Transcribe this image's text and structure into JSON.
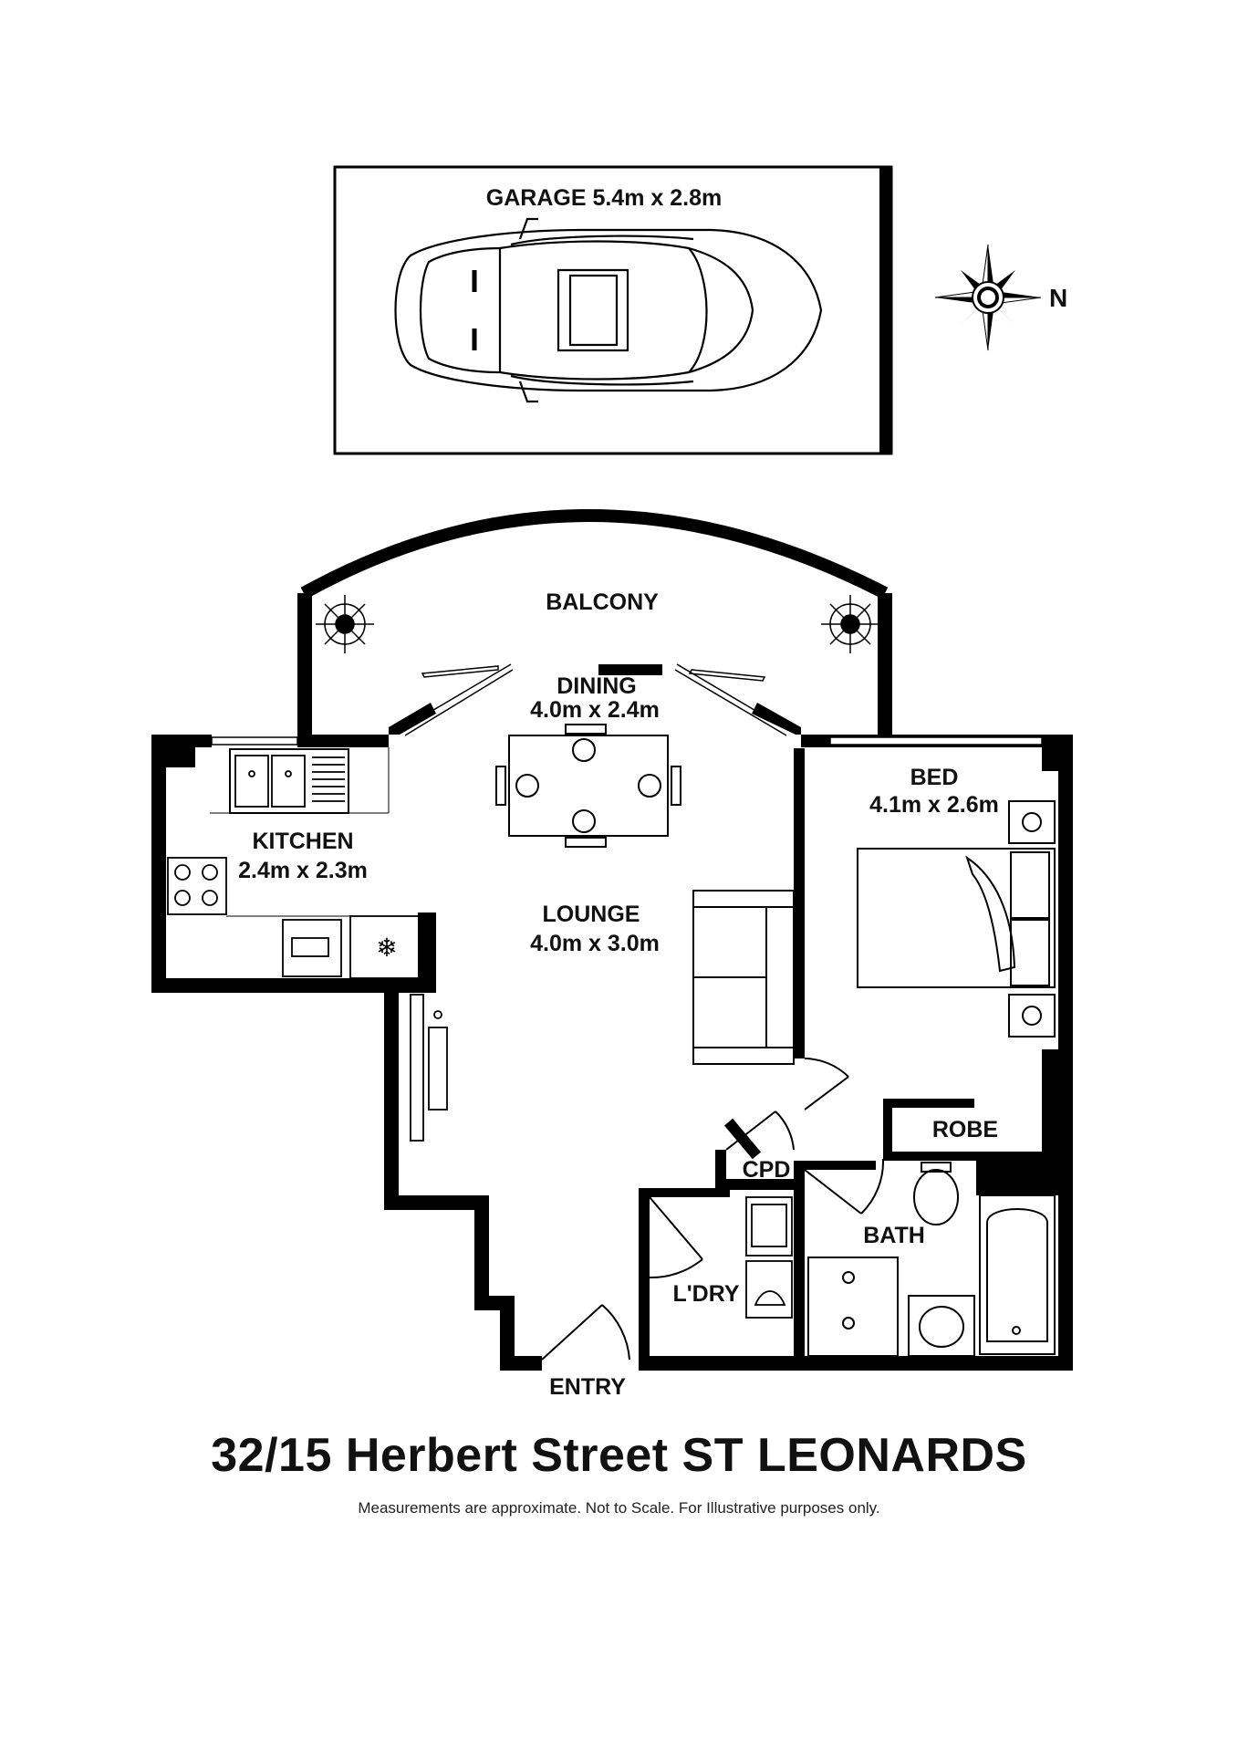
{
  "rooms": {
    "garage": "GARAGE 5.4m x 2.8m",
    "balcony": "BALCONY",
    "dining_name": "DINING",
    "dining_size": "4.0m x 2.4m",
    "kitchen_name": "KITCHEN",
    "kitchen_size": "2.4m x 2.3m",
    "lounge_name": "LOUNGE",
    "lounge_size": "4.0m x 3.0m",
    "bed_name": "BED",
    "bed_size": "4.1m x 2.6m",
    "robe": "ROBE",
    "cpd": "CPD",
    "bath": "BATH",
    "laundry": "L'DRY",
    "entry": "ENTRY"
  },
  "compass": {
    "letter": "N"
  },
  "footer": {
    "address": "32/15 Herbert Street ST LEONARDS",
    "disclaimer": "Measurements are approximate. Not to Scale. For Illustrative purposes only."
  }
}
